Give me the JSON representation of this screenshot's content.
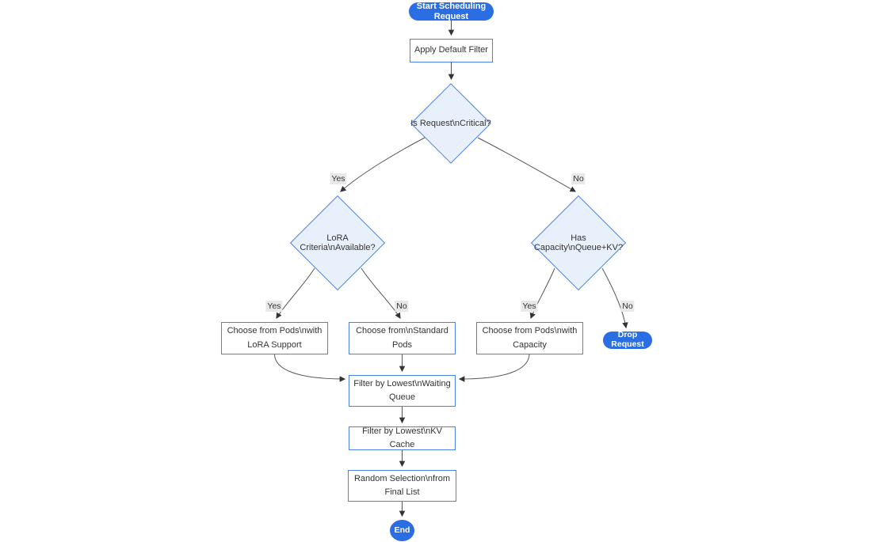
{
  "diagram": {
    "type": "flowchart",
    "direction": "top-down",
    "nodes": {
      "start": {
        "shape": "stadium",
        "label": "Start Scheduling Request"
      },
      "apply": {
        "shape": "rect",
        "label": "Apply Default Filter"
      },
      "critical": {
        "shape": "diamond",
        "label": "Is Request\\nCritical?"
      },
      "lora": {
        "shape": "diamond",
        "label": "LoRA Criteria\\nAvailable?"
      },
      "capacity": {
        "shape": "diamond",
        "label": "Has Capacity\\nQueue+KV?"
      },
      "pods_lora": {
        "shape": "rect",
        "label": [
          "Choose from Pods\\nwith",
          "LoRA Support"
        ]
      },
      "pods_std": {
        "shape": "rect",
        "label": [
          "Choose from\\nStandard",
          "Pods"
        ]
      },
      "pods_cap": {
        "shape": "rect",
        "label": [
          "Choose from Pods\\nwith",
          "Capacity"
        ]
      },
      "drop": {
        "shape": "stadium",
        "label": "Drop Request"
      },
      "filter_queue": {
        "shape": "rect",
        "label": [
          "Filter by Lowest\\nWaiting",
          "Queue"
        ]
      },
      "filter_kv": {
        "shape": "rect",
        "label": "Filter by Lowest\\nKV Cache"
      },
      "random": {
        "shape": "rect",
        "label": [
          "Random Selection\\nfrom",
          "Final List"
        ]
      },
      "end": {
        "shape": "circle",
        "label": "End"
      }
    },
    "edge_labels": {
      "critical_yes": "Yes",
      "critical_no": "No",
      "lora_yes": "Yes",
      "lora_no": "No",
      "capacity_yes": "Yes",
      "capacity_no": "No"
    },
    "colors": {
      "primary_fill": "#2b6de2",
      "node_border": "#4a82e2",
      "decision_fill": "#e8f1fb",
      "edge_stroke": "#555555",
      "arrow_fill": "#333333",
      "edge_label_bg": "#e8e8e8",
      "text": "#333333"
    }
  }
}
